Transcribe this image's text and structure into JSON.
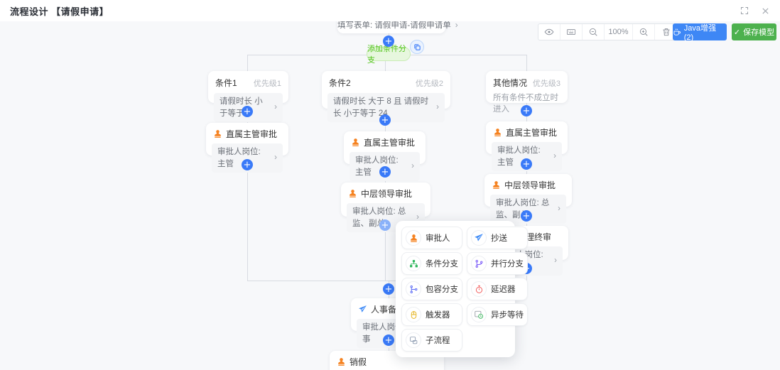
{
  "header": {
    "title": "流程设计 【请假申请】"
  },
  "toolbar": {
    "zoom_level": "100%",
    "java_label": "Java增强 (2)",
    "save_label": "保存模型"
  },
  "flow": {
    "form_node": {
      "text": "填写表单: 请假申请-请假申请单"
    },
    "add_branch_label": "添加条件分支",
    "conditions": [
      {
        "title": "条件1",
        "priority": "优先级1",
        "expr": "请假时长 小于等于 8"
      },
      {
        "title": "条件2",
        "priority": "优先级2",
        "expr": "请假时长 大于 8 且 请假时长 小于等于 24"
      },
      {
        "title": "其他情况",
        "priority": "优先级3",
        "expr": "所有条件不成立时进入"
      }
    ],
    "approvals": {
      "left_manager": {
        "title": "直属主管审批",
        "role": "审批人岗位: 主管"
      },
      "mid_manager": {
        "title": "直属主管审批",
        "role": "审批人岗位: 主管"
      },
      "right_manager": {
        "title": "直属主管审批",
        "role": "审批人岗位: 主管"
      },
      "mid_leader": {
        "title": "中层领导审批",
        "role": "审批人岗位: 总监、副总"
      },
      "right_leader": {
        "title": "中层领导审批",
        "role": "审批人岗位: 总监、副总"
      },
      "ceo": {
        "title": "总经理终审",
        "role": "审批人岗位: ceo"
      },
      "hr": {
        "title": "人事备案",
        "role": "审批人岗位: 人事"
      },
      "cancel_leave": {
        "title": "销假"
      }
    }
  },
  "popup": {
    "items": [
      {
        "label": "审批人"
      },
      {
        "label": "抄送"
      },
      {
        "label": "条件分支"
      },
      {
        "label": "并行分支"
      },
      {
        "label": "包容分支"
      },
      {
        "label": "延迟器"
      },
      {
        "label": "触发器"
      },
      {
        "label": "异步等待"
      },
      {
        "label": "子流程"
      }
    ]
  },
  "icons": {
    "plus": "+",
    "chevron": "›",
    "check": "✓"
  },
  "colors": {
    "accent_blue": "#3a7af8",
    "accent_green": "#52c41a",
    "java_button": "#3e87f5",
    "save_button": "#4db14e",
    "node_icon_orange": "#f58220"
  }
}
